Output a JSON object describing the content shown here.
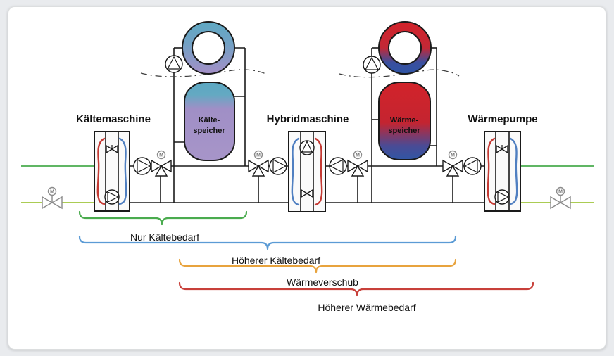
{
  "diagram": {
    "machines": [
      {
        "label": "Kältemaschine"
      },
      {
        "label": "Hybridmaschine"
      },
      {
        "label": "Wärmepumpe"
      }
    ],
    "storages": [
      {
        "line1": "Kälte-",
        "line2": "speicher"
      },
      {
        "line1": "Wärme-",
        "line2": "speicher"
      }
    ],
    "brackets": [
      {
        "label": "Nur Kältebedarf",
        "color": "#4aab4e"
      },
      {
        "label": "Höherer Kältebedarf",
        "color": "#5b9bd5"
      },
      {
        "label": "Wärmeverschub",
        "color": "#e8a33d"
      },
      {
        "label": "Höherer Wärmebedarf",
        "color": "#c8403a"
      }
    ],
    "motor_label": "M",
    "colors": {
      "cold_supply_line": "#4aab4e",
      "cold_return_line": "#9fc43c",
      "pipe": "#1a1a1a",
      "hot_exchanger_curve": "#c53a34",
      "cold_exchanger_curve": "#4f7fc1",
      "cold_storage_top": "#5fa8c2",
      "cold_storage_body": "#a795c9",
      "warm_storage_top": "#d2232a",
      "warm_storage_bottom": "#3156a4"
    }
  }
}
